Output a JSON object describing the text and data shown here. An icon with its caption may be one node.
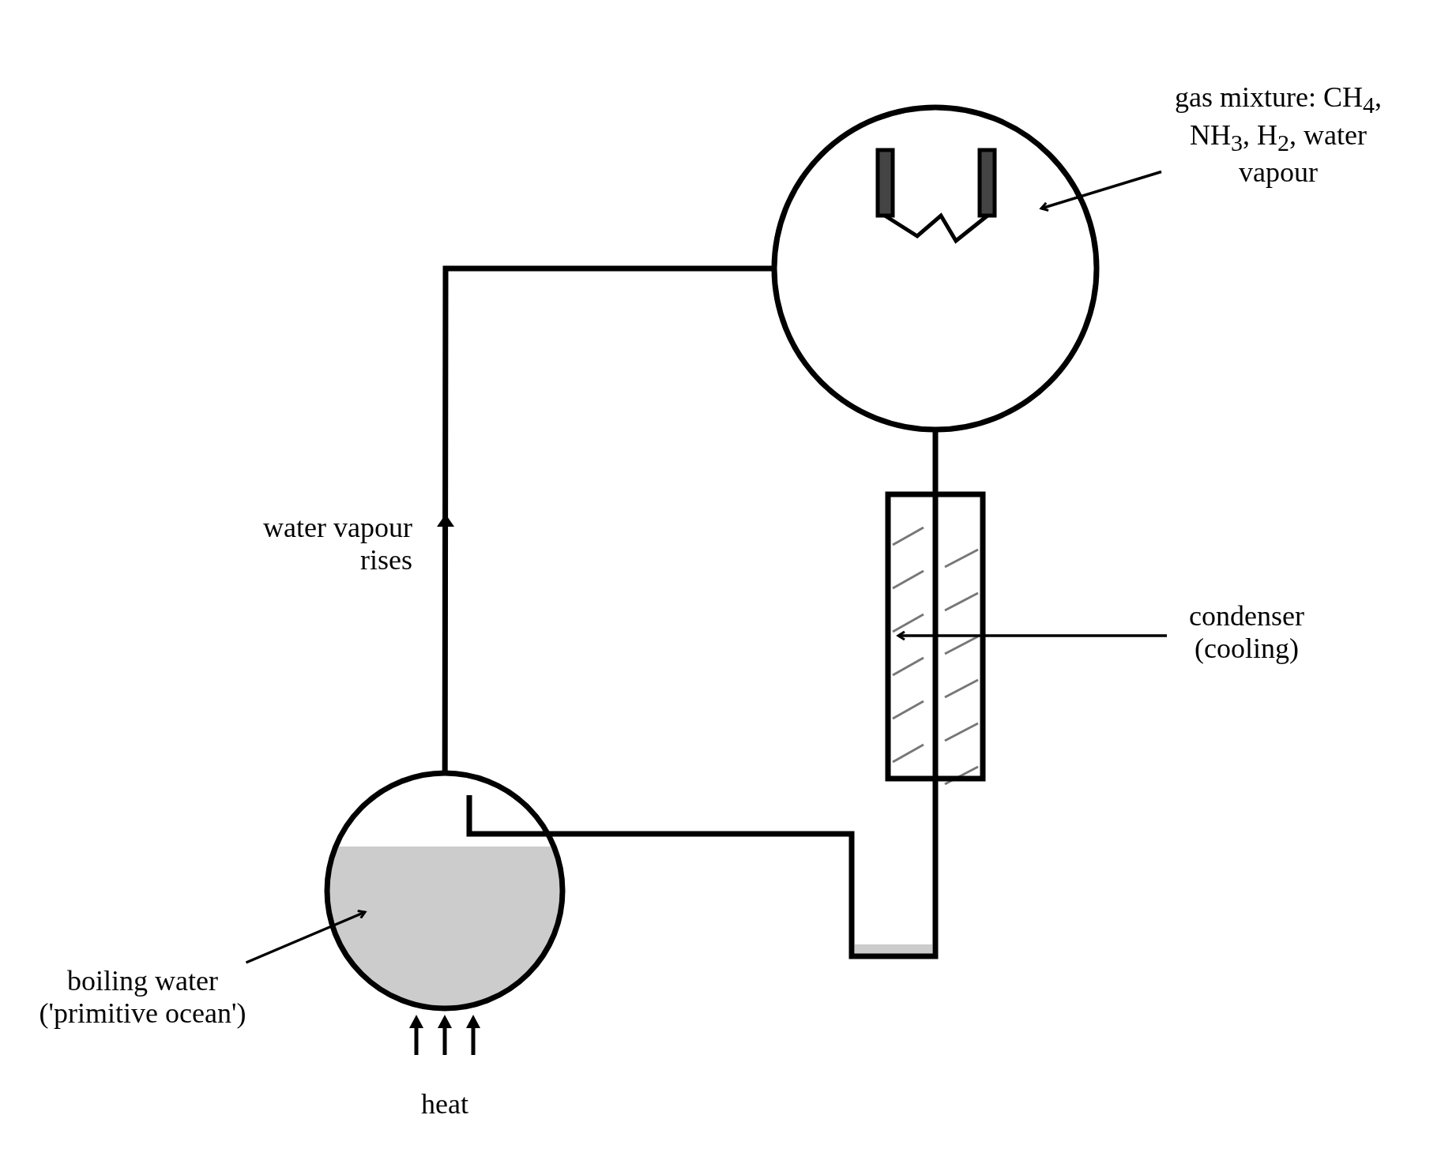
{
  "diagram": {
    "nodes": [
      {
        "text": [
          "gas mixture: CH$_{4}$, NH$_{3}$, H$_{2}$, water vapour"
        ]
      },
      {
        "text": [],
        "shape": "circle"
      },
      {
        "text": [
          "condenser (cooling)"
        ]
      },
      {
        "text": [],
        "shape": "box"
      },
      {
        "text": [
          "boiling water ('primitive ocean')"
        ]
      },
      {
        "text": [],
        "shape": "circle"
      }
    ],
    "edges": [
      {
        "from": 0,
        "to": 1,
        "arrow": "to"
      },
      {
        "from": 2,
        "to": 3,
        "arrow": "to"
      },
      {
        "from": 4,
        "to": 5,
        "arrow": "to"
      },
      {
        "from": 5,
        "to": 1,
        "arrow": "to",
        "style": "thick"
      },
      {
        "from": 1,
        "to": 3,
        "arrow": "none",
        "style": "thick"
      },
      {
        "from": 3,
        "to": 5,
        "arrow": "none",
        "style": "thick"
      }
    ],
    "labels": [
      "water vapour rises",
      "heat"
    ]
  }
}
